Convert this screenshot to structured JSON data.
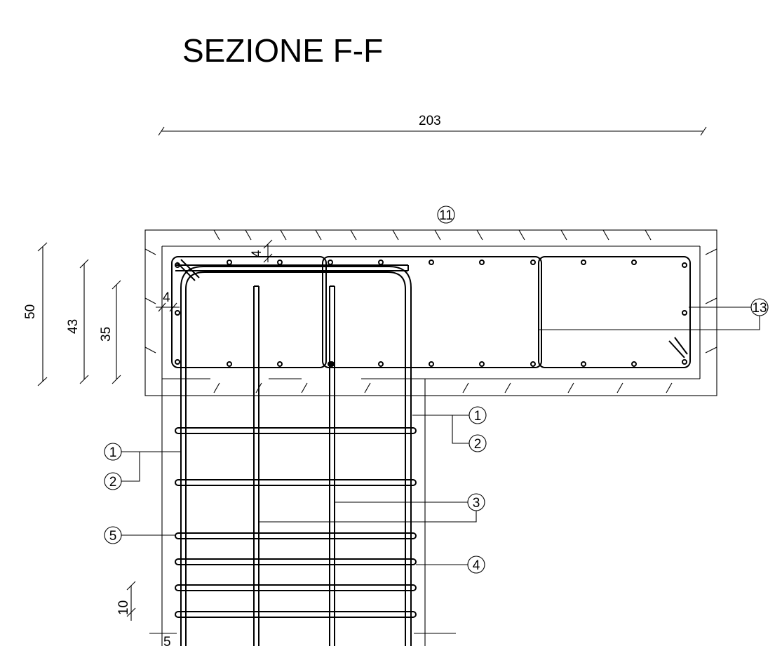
{
  "title": "SEZIONE F-F",
  "dimensions": {
    "overall_width": "203",
    "height_total": "50",
    "height_mid": "43",
    "height_inner": "35",
    "cover_top": "4",
    "cover_side": "4",
    "stirrup_spacing": "10",
    "bottom_dim": "5"
  },
  "marks": {
    "m11": "11",
    "m13": "13",
    "m1_right": "1",
    "m2_right": "2",
    "m1_left": "1",
    "m2_left": "2",
    "m3": "3",
    "m5": "5",
    "m4": "4"
  }
}
